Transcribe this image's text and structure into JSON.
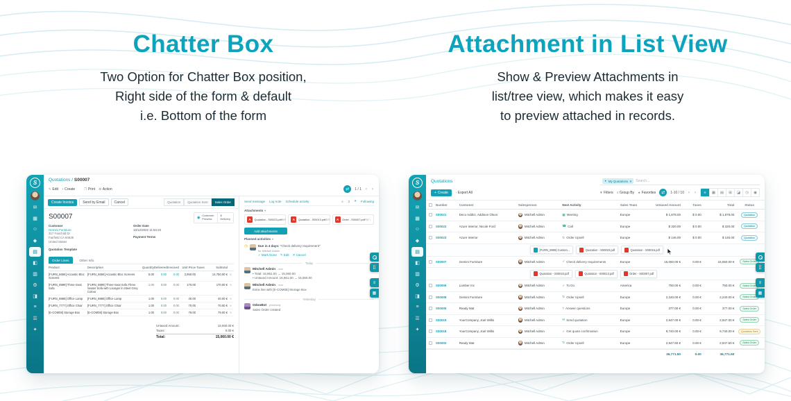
{
  "hero": {
    "left_title": "Chatter Box",
    "left_sub": [
      "Two Option for Chatter Box position,",
      "Right side of the form & default",
      "i.e. Bottom of the form"
    ],
    "right_title": "Attachment in List View",
    "right_sub": [
      "Show & Preview Attachments in",
      "list/tree view, which makes it easy",
      "to preview attached in records."
    ]
  },
  "sidebar": {
    "logo": "S",
    "icons": [
      {
        "name": "discuss",
        "glyph": "✉"
      },
      {
        "name": "calendar",
        "glyph": "▦"
      },
      {
        "name": "contacts",
        "glyph": "☺"
      },
      {
        "name": "crm",
        "glyph": "◆"
      },
      {
        "name": "sales",
        "glyph": "▤"
      },
      {
        "name": "dashboard",
        "glyph": "◧"
      },
      {
        "name": "inventory",
        "glyph": "▥"
      },
      {
        "name": "manufacturing",
        "glyph": "⚙"
      },
      {
        "name": "purchase",
        "glyph": "◨"
      },
      {
        "name": "accounting",
        "glyph": "≡"
      },
      {
        "name": "employees",
        "glyph": "☰"
      },
      {
        "name": "settings",
        "glyph": "✦"
      }
    ]
  },
  "float_icons": [
    {
      "name": "search",
      "glyph": ""
    },
    {
      "name": "apps",
      "glyph": "⣿"
    },
    {
      "name": "menu",
      "glyph": "≡"
    },
    {
      "name": "grid",
      "glyph": "▦"
    }
  ],
  "form": {
    "breadcrumb_parent": "Quotations",
    "breadcrumb_sep": "/",
    "breadcrumb_current": "S00007",
    "toolbar": {
      "edit_icon": "✎",
      "edit": "Edit",
      "create_icon": "+",
      "create": "Create",
      "print_icon": "❐",
      "print": "Print",
      "action_icon": "⚙",
      "action": "Action",
      "chatter_toggle_glyph": "⇄",
      "pager": "1 / 1",
      "prev": "‹",
      "next": "›"
    },
    "buttons": {
      "create_invoice": "Create Invoice",
      "send_by_email": "Send by Email",
      "cancel": "Cancel"
    },
    "statusbar": {
      "s1": "Quotation",
      "s2": "Quotation Sent",
      "s3": "Sales Order"
    },
    "smart": {
      "preview_icon": "◉",
      "preview_line1": "Customer",
      "preview_line2": "Preview",
      "delivery_count": "2",
      "delivery_label": "Delivery"
    },
    "record": {
      "name": "S00007",
      "customer_label": "Customer",
      "customer": "Gemini Furniture",
      "address": [
        "317 Fairchild Dr",
        "Fairfield CA 94535",
        "United States"
      ],
      "template_label": "Quotation Template",
      "order_date_label": "Order Date",
      "order_date": "10/12/2022 11:53:23",
      "payment_terms_label": "Payment Terms"
    },
    "tabs": {
      "order_lines": "Order Lines",
      "other_info": "Other Info"
    },
    "table": {
      "headers": {
        "product": "Product",
        "description": "Description",
        "quantity": "Quantity",
        "delivered": "Delivered",
        "invoiced": "Invoiced",
        "unit_price": "Unit Price",
        "taxes": "Taxes",
        "subtotal": "Subtotal"
      },
      "delete_glyph": "✕",
      "rows": [
        {
          "product": "[FURN_6666] Acoustic Bloc Screens",
          "description": "[FURN_6666] Acoustic Bloc Screens",
          "quantity": "5.00",
          "delivered": "0.00",
          "invoiced": "0.00",
          "unit_price": "2,950.00",
          "taxes": "",
          "subtotal": "14,750.00 €"
        },
        {
          "product": "[FURN_8999] Three-Seat Sofa",
          "description": "[FURN_8999] Three-Seat Sofa  Three Seater Sofa with Lounger in Steel Grey Colour",
          "quantity": "1.00",
          "delivered": "0.00",
          "invoiced": "0.00",
          "unit_price": "170.00",
          "taxes": "",
          "subtotal": "170.00 €"
        },
        {
          "product": "[FURN_8888] Office Lamp",
          "description": "[FURN_8888] Office Lamp",
          "quantity": "1.00",
          "delivered": "0.00",
          "invoiced": "0.00",
          "unit_price": "40.00",
          "taxes": "",
          "subtotal": "40.00 €"
        },
        {
          "product": "[FURN_7777] Office Chair",
          "description": "[FURN_7777] Office Chair",
          "quantity": "1.00",
          "delivered": "0.00",
          "invoiced": "0.00",
          "unit_price": "70.00",
          "taxes": "",
          "subtotal": "70.00 €"
        },
        {
          "product": "[E-COM08] Storage Box",
          "description": "[E-COM08] Storage Box",
          "quantity": "1.00",
          "delivered": "0.00",
          "invoiced": "0.00",
          "unit_price": "79.00",
          "taxes": "",
          "subtotal": "79.00 €"
        }
      ]
    },
    "totals": {
      "untaxed_label": "Untaxed Amount:",
      "untaxed": "15,060.00 €",
      "taxes_label": "Taxes:",
      "taxes": "0.00 €",
      "total_label": "Total:",
      "total": "15,060.00 €"
    }
  },
  "chatter": {
    "tabs": {
      "send_message": "Send message",
      "log_note": "Log note",
      "schedule_activity": "Schedule activity"
    },
    "follower_icon": "☺",
    "followers_count": "2",
    "following_icon": "✈",
    "following": "Following",
    "section_caret": "▾",
    "sections": {
      "attachments": "Attachments",
      "planned": "Planned activities"
    },
    "pdf_glyph": "A",
    "download_glyph": "↓",
    "attachments": [
      {
        "name": "Quotation - S00023.pdf",
        "type": "PDF"
      },
      {
        "name": "Quotation - S00013.pdf",
        "type": "PDF"
      },
      {
        "name": "Order - S00007.pdf",
        "type": "PDF"
      }
    ],
    "add_attachments": "Add attachments",
    "activity": {
      "clock_glyph": "◷",
      "due": "Due in 4 days:",
      "title": "\"Check delivery requirement\"",
      "assignee": "for Mitchell Admin",
      "mark_done": "✓ Mark Done",
      "edit": "✎ Edit",
      "cancel": "✕ Cancel"
    },
    "divider_today": "Today",
    "messages": [
      {
        "author": "Mitchell Admin",
        "time": "- now",
        "line1": "• Total: 16,961.00 → 15,060.00",
        "line2": "• Untaxed Amount: 16,961.00 → 15,060.00"
      },
      {
        "author": "Mitchell Admin",
        "time": "- now",
        "line1": "Extra line with [E-COM08] Storage Box",
        "line2": ""
      }
    ],
    "divider_yesterday": "Yesterday",
    "bot": {
      "author": "OdooBot",
      "time": "- yesterday",
      "line": "Sales Order created"
    }
  },
  "list": {
    "breadcrumb": "Quotations",
    "search": {
      "chip_icon": "▼",
      "chip": "My Quotations",
      "chip_close": "×",
      "placeholder": "Search..."
    },
    "toolbar": {
      "create_icon": "+",
      "create": "Create",
      "export_icon": "↑",
      "export_all": "Export All",
      "filters_icon": "▼",
      "filters": "Filters",
      "group_icon": "≡",
      "group_by": "Group By",
      "fav_icon": "★",
      "favorites": "Favorites",
      "toggle_glyph": "⇄",
      "pager": "1-10 / 10",
      "prev": "‹",
      "next": "›"
    },
    "views": [
      {
        "name": "list",
        "glyph": "≡"
      },
      {
        "name": "kanban",
        "glyph": "▦"
      },
      {
        "name": "calendar",
        "glyph": "▤"
      },
      {
        "name": "pivot",
        "glyph": "⊞"
      },
      {
        "name": "graph",
        "glyph": "◪"
      },
      {
        "name": "activity",
        "glyph": "◷"
      },
      {
        "name": "map",
        "glyph": "◉"
      }
    ],
    "headers": {
      "number": "Number",
      "customer": "Customer",
      "salesperson": "Salesperson",
      "next_activity": "Next Activity",
      "sales_team": "Sales Team",
      "untaxed": "Untaxed Amount",
      "taxes": "Taxes",
      "total": "Total",
      "status": "Status"
    },
    "rows": [
      {
        "number": "S00021",
        "customer": "Deco Addict, Addison Olson",
        "salesperson": "Mitchell Admin",
        "activity_icon": "▦",
        "activity": "Meeting",
        "team": "Europe",
        "untaxed": "$ 1,878.00",
        "taxes": "$ 0.00",
        "total": "$ 1,878.00",
        "status": "Quotation"
      },
      {
        "number": "S00022",
        "customer": "Azure Interior, Nicole Ford",
        "salesperson": "Mitchell Admin",
        "activity_icon": "☎",
        "activity": "Call",
        "team": "Europe",
        "untaxed": "$ 320.00",
        "taxes": "$ 0.00",
        "total": "$ 320.00",
        "status": "Quotation"
      },
      {
        "number": "S00023",
        "customer": "Azure Interior",
        "salesperson": "Mitchell Admin",
        "activity_icon": "↻",
        "activity": "Order Upsell",
        "team": "Europe",
        "untaxed": "$ 146.00",
        "taxes": "$ 0.00",
        "total": "$ 146.00",
        "status": "Quotation"
      },
      {
        "number": "S00007",
        "customer": "Gemini Furniture",
        "salesperson": "Mitchell Admin",
        "activity_icon": "✓",
        "activity": "Check delivery requirements",
        "team": "Europe",
        "untaxed": "15,060.00 €",
        "taxes": "0.00 €",
        "total": "15,060.00 €",
        "status": "Sales Order"
      },
      {
        "number": "S00006",
        "customer": "Lumber Inc",
        "salesperson": "Mitchell Admin",
        "activity_icon": "✓",
        "activity": "To Do",
        "team": "America",
        "untaxed": "750.00 €",
        "taxes": "0.00 €",
        "total": "750.00 €",
        "status": "Sales Order"
      },
      {
        "number": "S00008",
        "customer": "Gemini Furniture",
        "salesperson": "Mitchell Admin",
        "activity_icon": "↻",
        "activity": "Order Upsell",
        "team": "Europe",
        "untaxed": "2,240.00 €",
        "taxes": "0.00 €",
        "total": "2,240.00 €",
        "status": "Sales Order"
      },
      {
        "number": "S00005",
        "customer": "Ready Mat",
        "salesperson": "Mitchell Admin",
        "activity_icon": "?",
        "activity": "Answer questions",
        "team": "Europe",
        "untaxed": "377.00 €",
        "taxes": "0.00 €",
        "total": "377.00 €",
        "status": "Sales Order"
      },
      {
        "number": "S00019",
        "customer": "YourCompany, Joel Willis",
        "salesperson": "Mitchell Admin",
        "activity_icon": "✉",
        "activity": "Send quotation",
        "team": "Europe",
        "untaxed": "2,947.00 €",
        "taxes": "0.00 €",
        "total": "2,947.00 €",
        "status": "Sales Order"
      },
      {
        "number": "S00018",
        "customer": "YourCompany, Joel Willis",
        "salesperson": "Mitchell Admin",
        "activity_icon": "✓",
        "activity": "Get quote confirmation",
        "team": "Europe",
        "untaxed": "9,740.00 €",
        "taxes": "0.00 €",
        "total": "9,740.00 €",
        "status": "Quotation Sent"
      },
      {
        "number": "S00002",
        "customer": "Ready Mat",
        "salesperson": "Mitchell Admin",
        "activity_icon": "↻",
        "activity": "Order Upsell",
        "team": "Europe",
        "untaxed": "2,947.50 €",
        "taxes": "0.00 €",
        "total": "2,947.50 €",
        "status": "Sales Order"
      }
    ],
    "attachment_strips": {
      "a": [
        {
          "name": "[FURN_8999] Custom..."
        },
        {
          "name": "Quotation - S00023.pdf"
        },
        {
          "name": "Quotation - S00016.pdf"
        }
      ],
      "b": [
        {
          "name": "Quotation - S00023.pdf"
        },
        {
          "name": "Quotation - S00013.pdf"
        },
        {
          "name": "Order - S00007.pdf"
        }
      ]
    },
    "footer": {
      "untaxed": "36,771.50",
      "taxes": "0.00",
      "total": "36,771.50"
    }
  }
}
